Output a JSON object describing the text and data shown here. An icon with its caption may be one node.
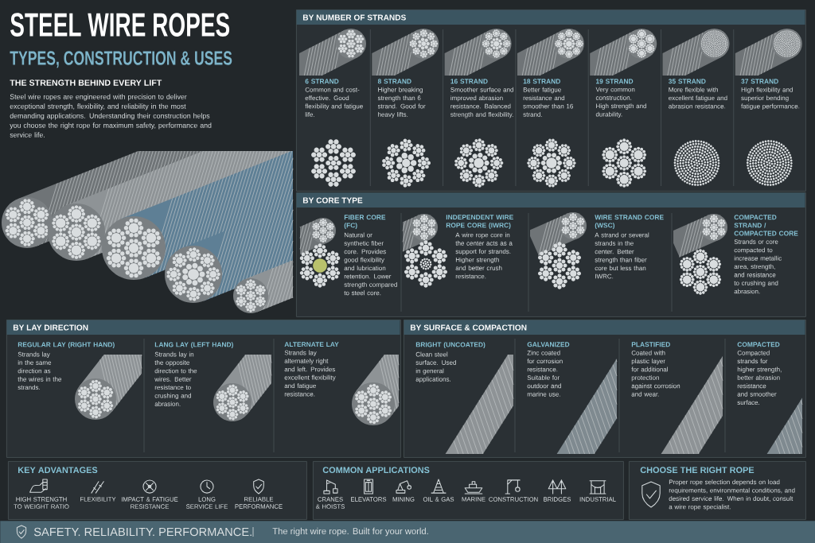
{
  "diagram": {
    "title": "STEEL WIRE ROPES",
    "nodes": [
      {
        "text": [
          "BY NUMBER OF STRANDS"
        ]
      },
      {
        "text": [
          "6 STRAND",
          "Common and cost-effective. Good flexibility and fatigue life."
        ],
        "in": 0
      },
      {
        "text": [
          "8 STRAND",
          "Higher breaking strength than 6 strand. Good for heavy lifts."
        ],
        "in": 0
      },
      {
        "text": [
          "16 STRAND",
          "Smoother surface and improved abrasion resistance. Balanced strength and flexibility."
        ],
        "in": 0
      },
      {
        "text": [
          "18 STRAND",
          "Better fatigue resistance and smoother than 16 strand."
        ],
        "in": 0
      },
      {
        "text": [
          "19 STRAND",
          "Very common construction. High strength and durability."
        ],
        "in": 0
      },
      {
        "text": [
          "35 STRAND",
          "More flexible with excellent fatigue and abrasion resistance."
        ],
        "in": 0
      },
      {
        "text": [
          "37 STRAND",
          "High flexibility and superior bending fatigue performance."
        ],
        "in": 0
      },
      {
        "text": [
          "BY CORE TYPE"
        ]
      },
      {
        "text": [
          "FIBER CORE (FC)",
          "Natural or synthetic fiber core. Provides good flexibility and lubrication retention. Lower strength compared to steel core."
        ],
        "in": 8
      },
      {
        "text": [
          "INDEPENDENT WIRE ROPE CORE (IWRC)",
          "A wire rope core in the center acts as a support for strands. Higher strength and better crush resistance."
        ],
        "in": 8
      },
      {
        "text": [
          "WIRE STRAND CORE (WSC)",
          "A strand or several strands in the center. Better strength than fiber core but less than IWRC."
        ],
        "in": 8
      },
      {
        "text": [
          "COMPACTED STRAND / COMPACTED CORE",
          "Strands or core compacted to increase metallic area, strength, and resistance to crushing and abrasion."
        ],
        "in": 8
      },
      {
        "text": [
          "BY LAY DIRECTION"
        ]
      },
      {
        "text": [
          "REGULAR LAY (RIGHT HAND)",
          "Strands lay in the same direction as the wires in the strands."
        ],
        "in": 13
      },
      {
        "text": [
          "LANG LAY (LEFT HAND)",
          "Strands lay in the opposite direction to the wires. Better resistance to crushing and abrasion."
        ],
        "in": 13
      },
      {
        "text": [
          "ALTERNATE LAY",
          "Strands lay alternately right and left. Provides excellent flexibility and fatigue resistance."
        ],
        "in": 13
      },
      {
        "text": [
          "BY SURFACE & COMPACTION"
        ]
      },
      {
        "text": [
          "BRIGHT (UNCOATED)",
          "Clean steel surface. Used in general applications."
        ],
        "in": 17
      },
      {
        "text": [
          "GALVANIZED",
          "Zinc coated for corrosion resistance. Suitable for outdoor and marine use."
        ],
        "in": 17
      },
      {
        "text": [
          "PLASTIFIED",
          "Coated with plastic layer for additional protection against corrosion and wear."
        ],
        "in": 17
      },
      {
        "text": [
          "COMPACTED",
          "Compacted strands for higher strength, better abrasion resistance and smoother surface."
        ],
        "in": 17
      },
      {
        "text": [
          "KEY ADVANTAGES"
        ]
      },
      {
        "text": [
          "HIGH STRENGTH TO WEIGHT RATIO"
        ],
        "in": 22
      },
      {
        "text": [
          "FLEXIBILITY"
        ],
        "in": 22
      },
      {
        "text": [
          "IMPACT & FATIGUE RESISTANCE"
        ],
        "in": 22
      },
      {
        "text": [
          "LONG SERVICE LIFE"
        ],
        "in": 22
      },
      {
        "text": [
          "RELIABLE PERFORMANCE"
        ],
        "in": 22
      },
      {
        "text": [
          "COMMON APPLICATIONS"
        ]
      },
      {
        "text": [
          "CRANES & HOISTS"
        ],
        "in": 28
      },
      {
        "text": [
          "ELEVATORS"
        ],
        "in": 28
      },
      {
        "text": [
          "MINING"
        ],
        "in": 28
      },
      {
        "text": [
          "OIL & GAS"
        ],
        "in": 28
      },
      {
        "text": [
          "MARINE"
        ],
        "in": 28
      },
      {
        "text": [
          "CONSTRUCTION"
        ],
        "in": 28
      },
      {
        "text": [
          "BRIDGES"
        ],
        "in": 28
      },
      {
        "text": [
          "INDUSTRIAL"
        ],
        "in": 28
      },
      {
        "text": [
          "CHOOSE THE RIGHT ROPE",
          "Proper rope selection depends on load requirements, environmental conditions, and desired service life. When in doubt, consult a wire rope specialist."
        ]
      },
      {
        "text": [
          "SAFETY. RELIABILITY. PERFORMANCE.",
          "The right wire rope. Built for your world."
        ]
      }
    ],
    "labels": [
      "TYPES, CONSTRUCTION & USES",
      "THE STRENGTH BEHIND EVERY LIFT",
      "Steel wire ropes are engineered with precision to deliver exceptional strength, flexibility, and reliability in the most demanding applications. Understanding their construction helps you choose the right rope for maximum safety, performance and service life."
    ]
  }
}
